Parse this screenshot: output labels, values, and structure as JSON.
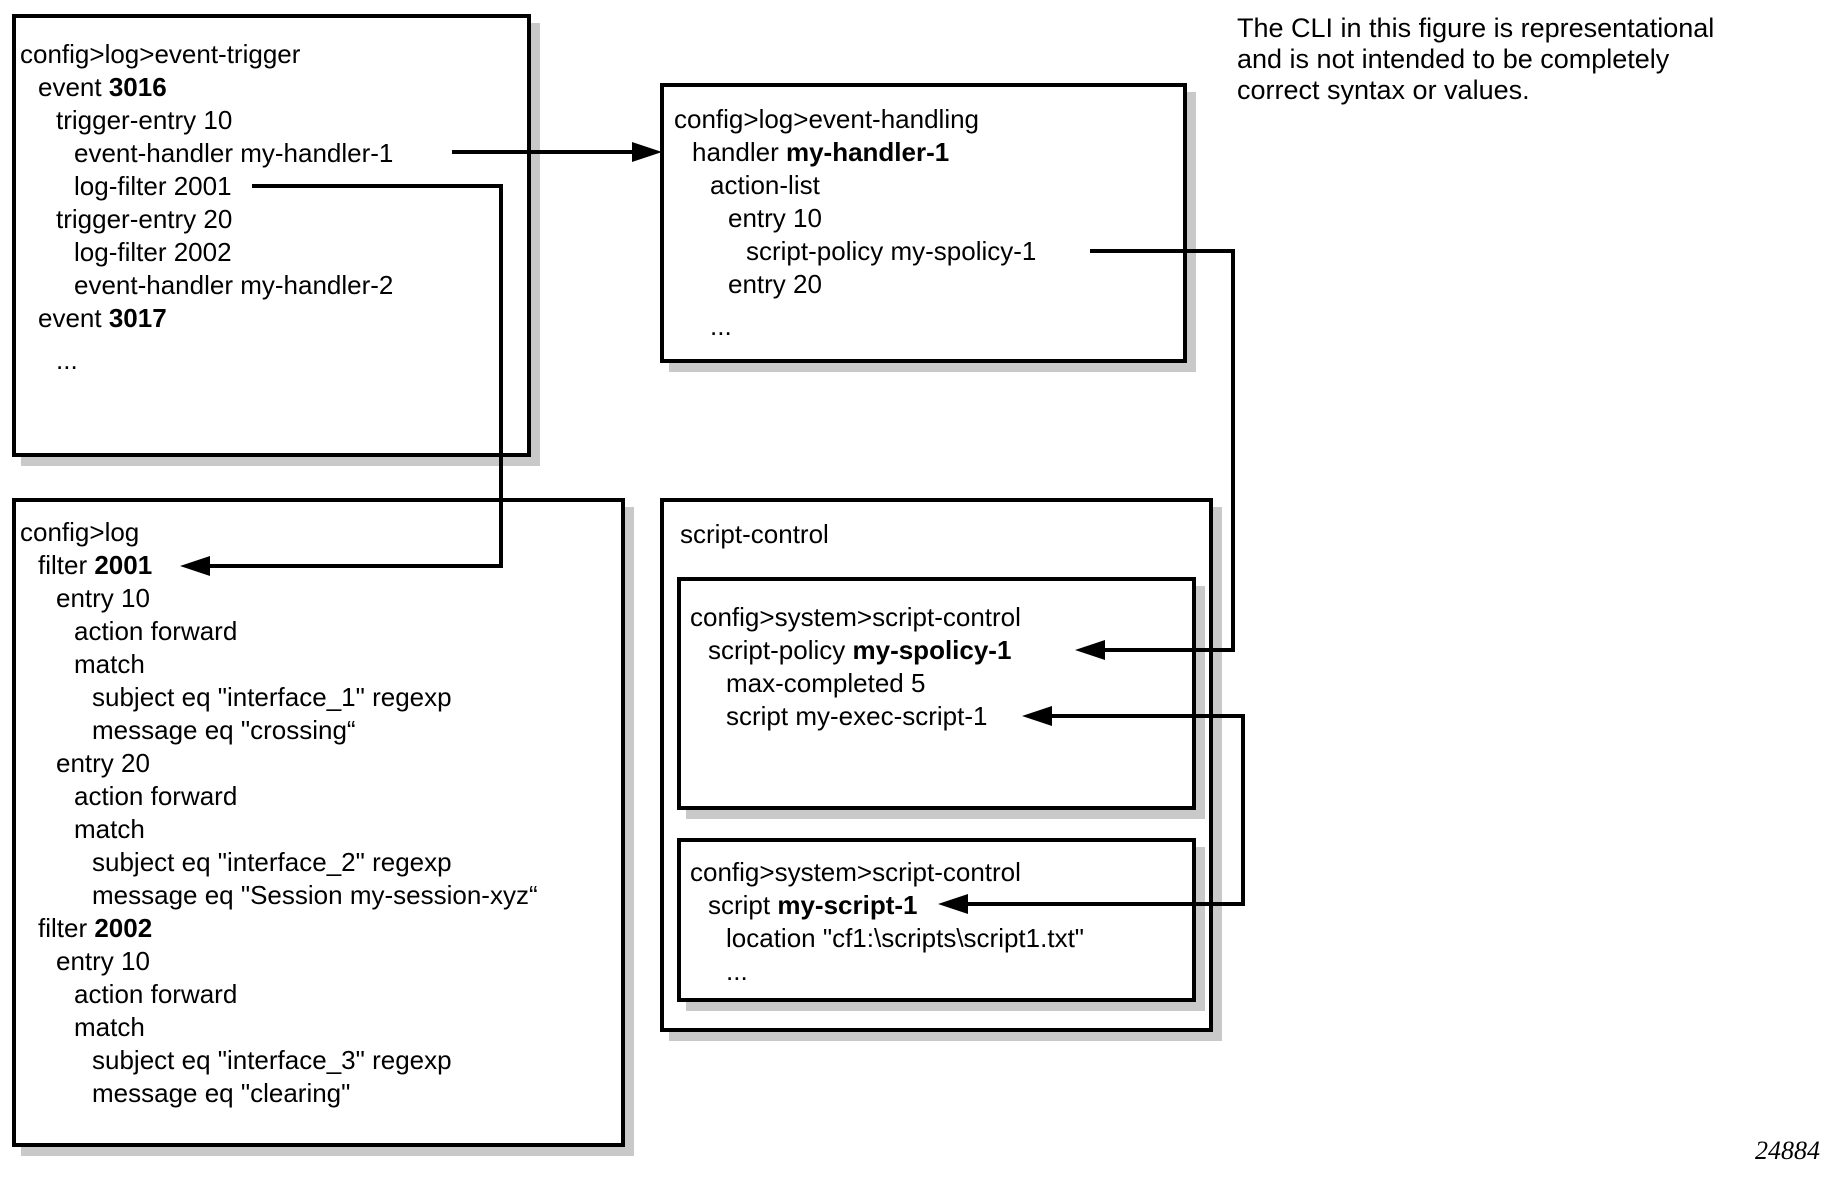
{
  "note": {
    "lines": [
      "The CLI in this figure is representational",
      "and is not intended to be completely",
      "correct syntax or values."
    ]
  },
  "figure_number": "24884",
  "script_control_label": "script-control",
  "boxes": {
    "event_trigger": {
      "rows": [
        {
          "indent": 0,
          "segments": [
            {
              "text": "config>log>event-trigger",
              "bold": false
            }
          ]
        },
        {
          "indent": 1,
          "segments": [
            {
              "text": "event ",
              "bold": false
            },
            {
              "text": "3016",
              "bold": true
            }
          ]
        },
        {
          "indent": 2,
          "segments": [
            {
              "text": "trigger-entry 10",
              "bold": false
            }
          ]
        },
        {
          "indent": 3,
          "segments": [
            {
              "text": "event-handler my-handler-1",
              "bold": false
            }
          ]
        },
        {
          "indent": 3,
          "segments": [
            {
              "text": "log-filter 2001",
              "bold": false
            }
          ]
        },
        {
          "indent": 2,
          "segments": [
            {
              "text": "trigger-entry 20",
              "bold": false
            }
          ]
        },
        {
          "indent": 3,
          "segments": [
            {
              "text": "log-filter 2002",
              "bold": false
            }
          ]
        },
        {
          "indent": 3,
          "segments": [
            {
              "text": "event-handler my-handler-2",
              "bold": false
            }
          ]
        },
        {
          "indent": 1,
          "segments": [
            {
              "text": "event ",
              "bold": false
            },
            {
              "text": "3017",
              "bold": true
            }
          ]
        },
        {
          "indent": 2,
          "gap": true,
          "segments": [
            {
              "text": "...",
              "bold": false
            }
          ]
        }
      ]
    },
    "event_handling": {
      "rows": [
        {
          "indent": 0,
          "segments": [
            {
              "text": "config>log>event-handling",
              "bold": false
            }
          ]
        },
        {
          "indent": 1,
          "segments": [
            {
              "text": "handler ",
              "bold": false
            },
            {
              "text": "my-handler-1",
              "bold": true
            }
          ]
        },
        {
          "indent": 2,
          "segments": [
            {
              "text": "action-list",
              "bold": false
            }
          ]
        },
        {
          "indent": 3,
          "segments": [
            {
              "text": "entry 10",
              "bold": false
            }
          ]
        },
        {
          "indent": 4,
          "segments": [
            {
              "text": "script-policy my-spolicy-1",
              "bold": false
            }
          ]
        },
        {
          "indent": 3,
          "segments": [
            {
              "text": "entry 20",
              "bold": false
            }
          ]
        },
        {
          "indent": 2,
          "gap": true,
          "segments": [
            {
              "text": "...",
              "bold": false
            }
          ]
        }
      ]
    },
    "log_filter": {
      "rows": [
        {
          "indent": 0,
          "segments": [
            {
              "text": "config>log",
              "bold": false
            }
          ]
        },
        {
          "indent": 1,
          "segments": [
            {
              "text": "filter ",
              "bold": false
            },
            {
              "text": "2001",
              "bold": true
            }
          ]
        },
        {
          "indent": 2,
          "segments": [
            {
              "text": "entry 10",
              "bold": false
            }
          ]
        },
        {
          "indent": 3,
          "segments": [
            {
              "text": "action forward",
              "bold": false
            }
          ]
        },
        {
          "indent": 3,
          "segments": [
            {
              "text": "match",
              "bold": false
            }
          ]
        },
        {
          "indent": 4,
          "segments": [
            {
              "text": "subject eq \"interface_1\" regexp",
              "bold": false
            }
          ]
        },
        {
          "indent": 4,
          "segments": [
            {
              "text": "message eq \"crossing“",
              "bold": false
            }
          ]
        },
        {
          "indent": 2,
          "segments": [
            {
              "text": "entry 20",
              "bold": false
            }
          ]
        },
        {
          "indent": 3,
          "segments": [
            {
              "text": "action forward",
              "bold": false
            }
          ]
        },
        {
          "indent": 3,
          "segments": [
            {
              "text": "match",
              "bold": false
            }
          ]
        },
        {
          "indent": 4,
          "segments": [
            {
              "text": "subject eq \"interface_2\" regexp",
              "bold": false
            }
          ]
        },
        {
          "indent": 4,
          "segments": [
            {
              "text": "message eq \"Session my-session-xyz“",
              "bold": false
            }
          ]
        },
        {
          "indent": 1,
          "segments": [
            {
              "text": "filter ",
              "bold": false
            },
            {
              "text": "2002",
              "bold": true
            }
          ]
        },
        {
          "indent": 2,
          "segments": [
            {
              "text": "entry 10",
              "bold": false
            }
          ]
        },
        {
          "indent": 3,
          "segments": [
            {
              "text": "action forward",
              "bold": false
            }
          ]
        },
        {
          "indent": 3,
          "segments": [
            {
              "text": "match",
              "bold": false
            }
          ]
        },
        {
          "indent": 4,
          "segments": [
            {
              "text": "subject eq \"interface_3\" regexp",
              "bold": false
            }
          ]
        },
        {
          "indent": 4,
          "segments": [
            {
              "text": "message eq \"clearing\"",
              "bold": false
            }
          ]
        }
      ]
    },
    "script_policy": {
      "rows": [
        {
          "indent": 0,
          "segments": [
            {
              "text": "config>system>script-control",
              "bold": false
            }
          ]
        },
        {
          "indent": 1,
          "segments": [
            {
              "text": "script-policy ",
              "bold": false
            },
            {
              "text": "my-spolicy-1",
              "bold": true
            }
          ]
        },
        {
          "indent": 2,
          "segments": [
            {
              "text": "max-completed 5",
              "bold": false
            }
          ]
        },
        {
          "indent": 2,
          "segments": [
            {
              "text": "script my-exec-script-1",
              "bold": false
            }
          ]
        }
      ]
    },
    "script_def": {
      "rows": [
        {
          "indent": 0,
          "segments": [
            {
              "text": "config>system>script-control",
              "bold": false
            }
          ]
        },
        {
          "indent": 1,
          "segments": [
            {
              "text": "script ",
              "bold": false
            },
            {
              "text": "my-script-1",
              "bold": true
            }
          ]
        },
        {
          "indent": 2,
          "segments": [
            {
              "text": "location \"cf1:\\scripts\\script1.txt\"",
              "bold": false
            }
          ]
        },
        {
          "indent": 2,
          "segments": [
            {
              "text": "...",
              "bold": false
            }
          ]
        }
      ]
    }
  },
  "connectors": [
    {
      "name": "event-handler-to-handler",
      "from": "event-handler my-handler-1",
      "to": "handler my-handler-1"
    },
    {
      "name": "log-filter-to-filter",
      "from": "log-filter 2001",
      "to": "filter 2001"
    },
    {
      "name": "script-policy-reference",
      "from": "script-policy my-spolicy-1",
      "to": "script-policy my-spolicy-1"
    },
    {
      "name": "script-reference",
      "from": "script my-exec-script-1",
      "to": "script my-script-1"
    }
  ]
}
